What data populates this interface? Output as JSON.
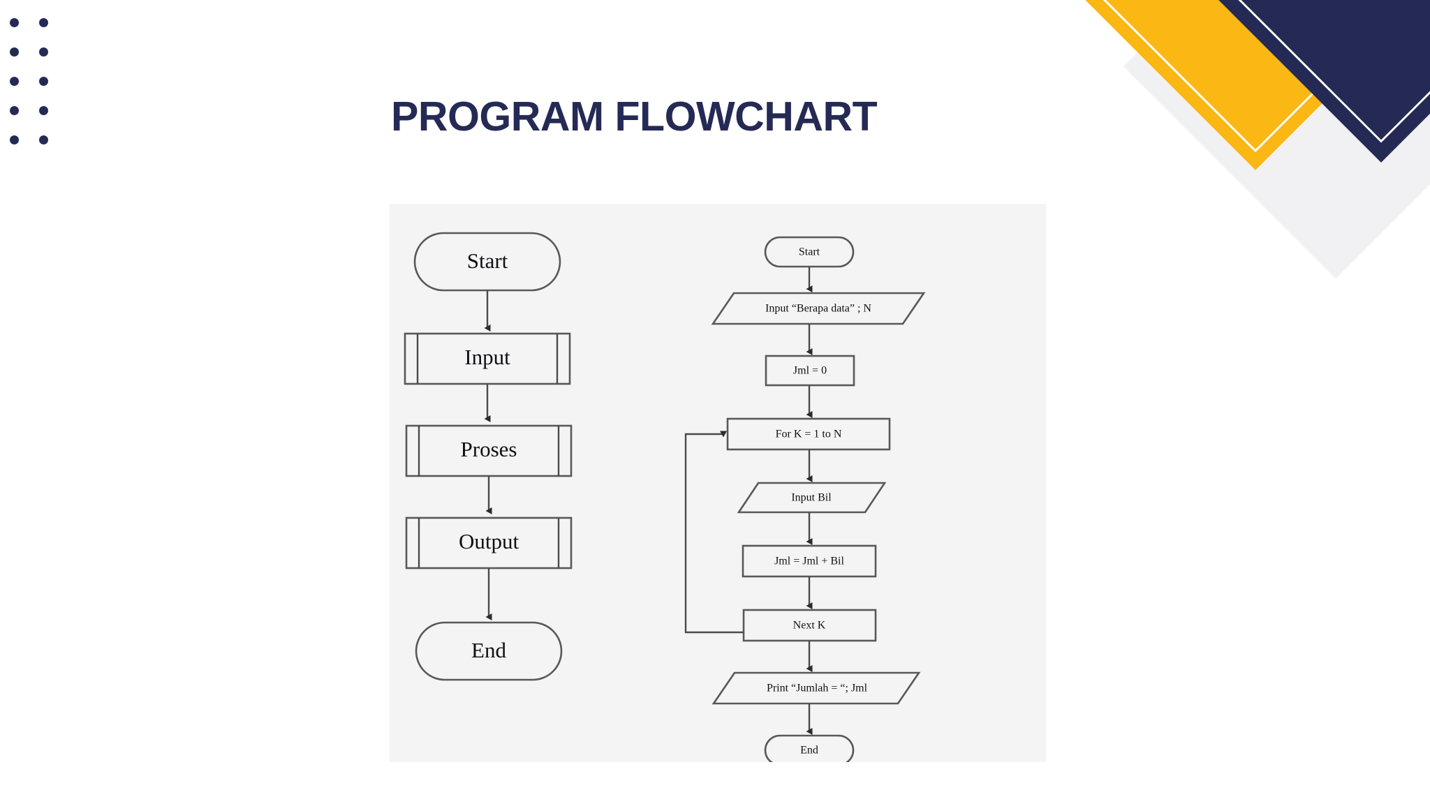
{
  "slide": {
    "title": "PROGRAM FLOWCHART",
    "background_color": "#ffffff"
  },
  "theme": {
    "navy": "#252a55",
    "yellow": "#fbb713",
    "panel_bg": "#f4f4f5",
    "shape_stroke": "#58585b",
    "shape_fill": "#f4f4f5"
  },
  "decoration": {
    "dot_count": 10,
    "dot_columns": 2,
    "dot_rows": 5,
    "dot_color": "#252a55",
    "corner_shapes": [
      {
        "name": "shadow-square",
        "color": "#f1f1f3"
      },
      {
        "name": "yellow-square",
        "color": "#fbb713"
      },
      {
        "name": "navy-square",
        "color": "#252a55"
      }
    ]
  },
  "flowcharts": [
    {
      "id": "generic-flowchart",
      "caption": "",
      "nodes": [
        {
          "id": "g1",
          "label": "Start",
          "shape": "terminator"
        },
        {
          "id": "g2",
          "label": "Input",
          "shape": "predefined-process"
        },
        {
          "id": "g3",
          "label": "Proses",
          "shape": "predefined-process"
        },
        {
          "id": "g4",
          "label": "Output",
          "shape": "predefined-process"
        },
        {
          "id": "g5",
          "label": "End",
          "shape": "terminator"
        }
      ],
      "edges": [
        {
          "from": "g1",
          "to": "g2",
          "type": "arrow"
        },
        {
          "from": "g2",
          "to": "g3",
          "type": "arrow"
        },
        {
          "from": "g3",
          "to": "g4",
          "type": "arrow"
        },
        {
          "from": "g4",
          "to": "g5",
          "type": "arrow"
        }
      ]
    },
    {
      "id": "sum-n-numbers-flowchart",
      "caption": "",
      "nodes": [
        {
          "id": "s1",
          "label": "Start",
          "shape": "terminator"
        },
        {
          "id": "s2",
          "label": "Input “Berapa data” ; N",
          "shape": "parallelogram"
        },
        {
          "id": "s3",
          "label": "Jml = 0",
          "shape": "rectangle"
        },
        {
          "id": "s4",
          "label": "For K = 1 to N",
          "shape": "rectangle"
        },
        {
          "id": "s5",
          "label": "Input Bil",
          "shape": "parallelogram"
        },
        {
          "id": "s6",
          "label": "Jml = Jml + Bil",
          "shape": "rectangle"
        },
        {
          "id": "s7",
          "label": "Next K",
          "shape": "rectangle"
        },
        {
          "id": "s8",
          "label": "Print “Jumlah = “; Jml",
          "shape": "parallelogram"
        },
        {
          "id": "s9",
          "label": "End",
          "shape": "terminator"
        }
      ],
      "edges": [
        {
          "from": "s1",
          "to": "s2",
          "type": "arrow"
        },
        {
          "from": "s2",
          "to": "s3",
          "type": "arrow"
        },
        {
          "from": "s3",
          "to": "s4",
          "type": "arrow"
        },
        {
          "from": "s4",
          "to": "s5",
          "type": "arrow"
        },
        {
          "from": "s5",
          "to": "s6",
          "type": "arrow"
        },
        {
          "from": "s6",
          "to": "s7",
          "type": "arrow"
        },
        {
          "from": "s7",
          "to": "s4",
          "type": "loop-back-arrow"
        },
        {
          "from": "s7",
          "to": "s8",
          "type": "arrow"
        },
        {
          "from": "s8",
          "to": "s9",
          "type": "arrow"
        }
      ]
    }
  ]
}
